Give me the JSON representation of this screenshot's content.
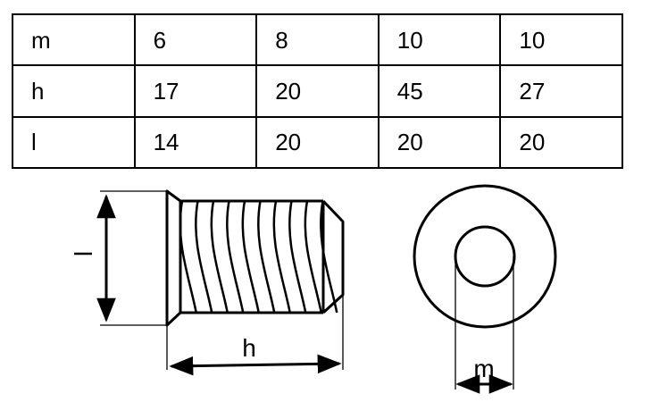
{
  "table": {
    "rows": [
      {
        "label": "m",
        "values": [
          "6",
          "8",
          "10",
          "10"
        ]
      },
      {
        "label": "h",
        "values": [
          "17",
          "20",
          "45",
          "27"
        ]
      },
      {
        "label": "l",
        "values": [
          "14",
          "20",
          "20",
          "20"
        ]
      }
    ]
  },
  "diagram": {
    "side_view": {
      "height_label": "l",
      "length_label": "h"
    },
    "end_view": {
      "diameter_label": "m"
    }
  },
  "colors": {
    "line": "#000000",
    "background": "#ffffff"
  }
}
